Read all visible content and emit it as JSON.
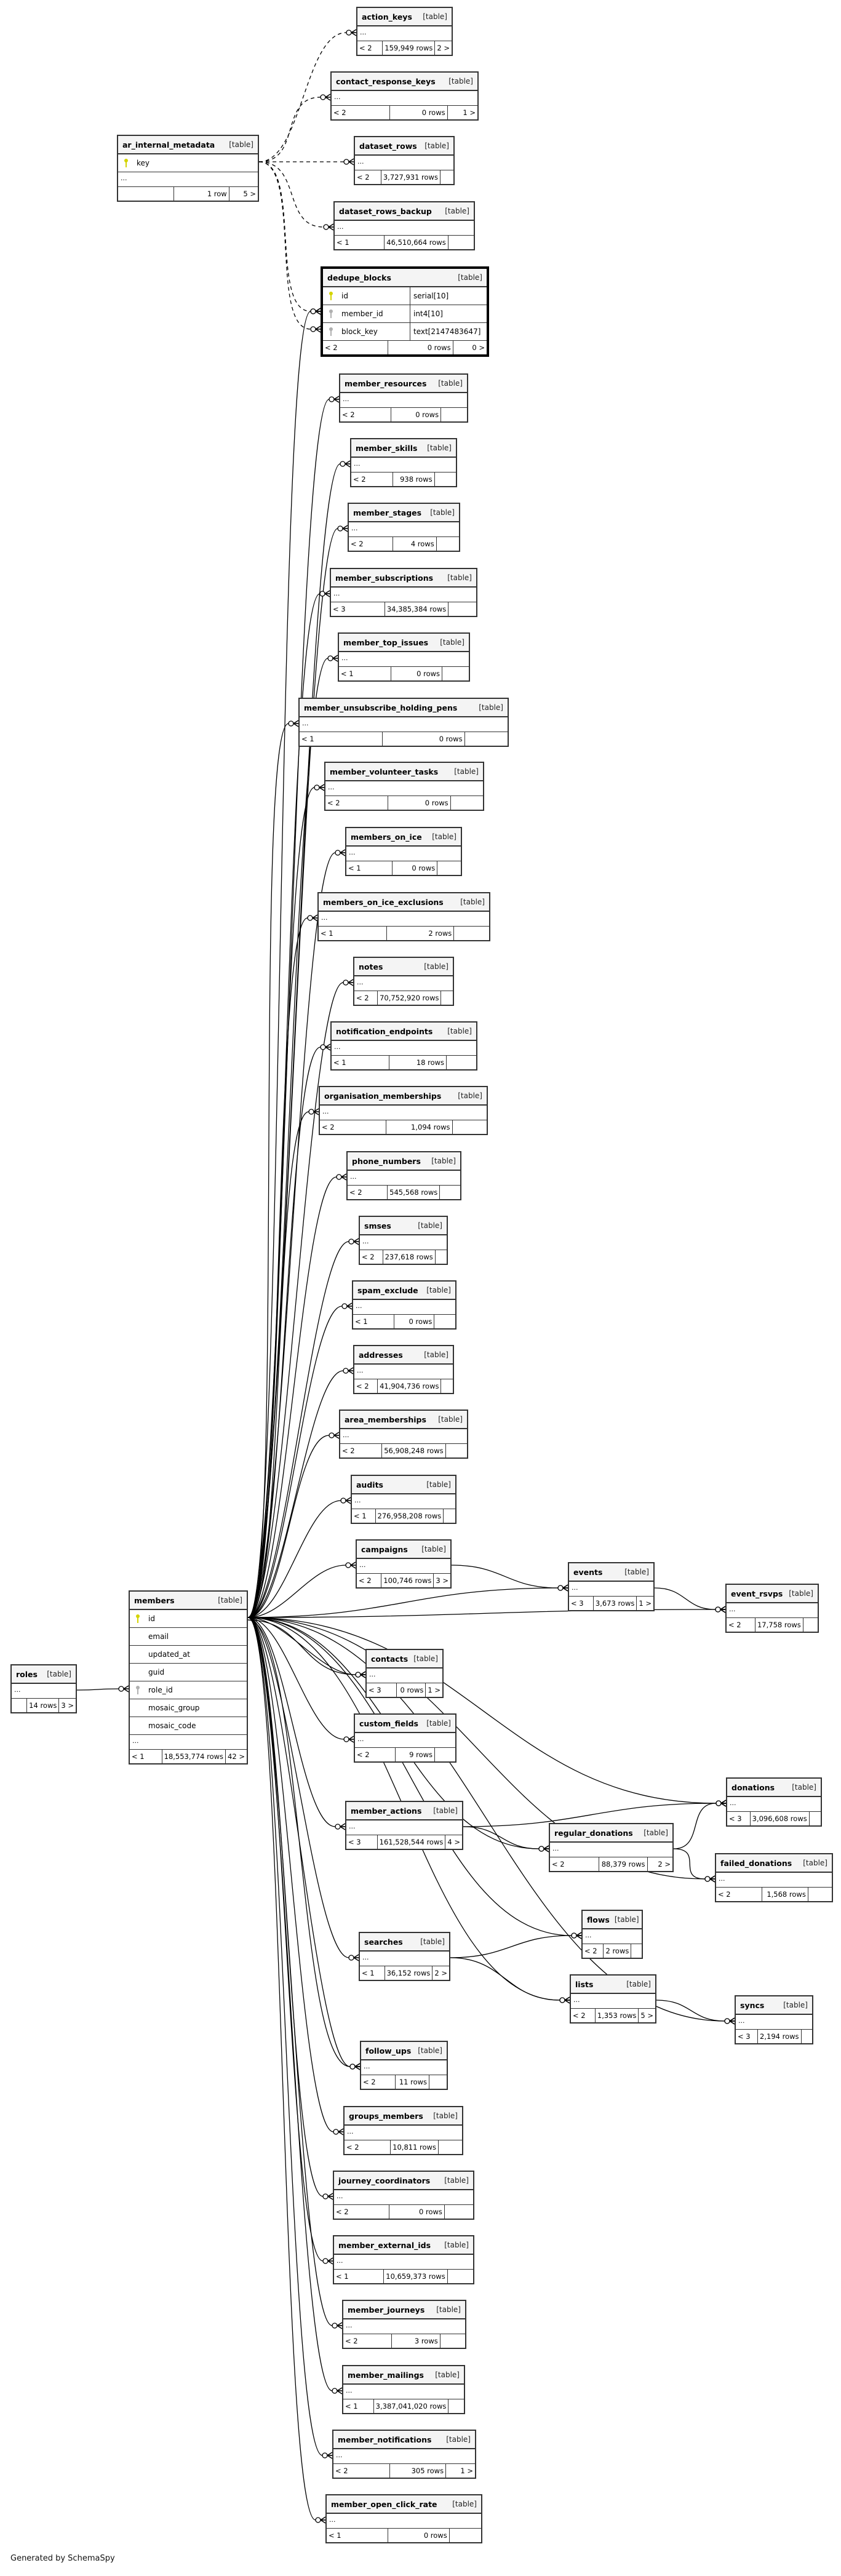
{
  "diagram": {
    "generated_by": "Generated by SchemaSpy",
    "type_label": "[table]",
    "dots": "...",
    "key_color": "#d4d400",
    "fk_color": "#b0b0b0",
    "tables": [
      {
        "name": "action_keys",
        "footer": [
          "< 2",
          "159,949 rows",
          "2 >"
        ]
      },
      {
        "name": "contact_response_keys",
        "footer": [
          "< 2",
          "0 rows",
          "1 >"
        ]
      },
      {
        "name": "ar_internal_metadata",
        "columns": [
          {
            "name": "key",
            "key": "pk"
          }
        ],
        "footer": [
          "",
          "1 row",
          "5 >"
        ]
      },
      {
        "name": "dataset_rows",
        "footer": [
          "< 2",
          "3,727,931 rows",
          ""
        ]
      },
      {
        "name": "dataset_rows_backup",
        "footer": [
          "< 1",
          "46,510,664 rows",
          ""
        ]
      },
      {
        "name": "dedupe_blocks",
        "focus": true,
        "columns": [
          {
            "name": "id",
            "type": "serial[10]",
            "key": "pk"
          },
          {
            "name": "member_id",
            "type": "int4[10]",
            "key": "fk"
          },
          {
            "name": "block_key",
            "type": "text[2147483647]",
            "key": "fk"
          }
        ],
        "hide_dots": true,
        "footer": [
          "< 2",
          "0 rows",
          "0 >"
        ]
      },
      {
        "name": "member_resources",
        "footer": [
          "< 2",
          "0 rows",
          ""
        ]
      },
      {
        "name": "member_skills",
        "footer": [
          "< 2",
          "938 rows",
          ""
        ]
      },
      {
        "name": "member_stages",
        "footer": [
          "< 2",
          "4 rows",
          ""
        ]
      },
      {
        "name": "member_subscriptions",
        "footer": [
          "< 3",
          "34,385,384 rows",
          ""
        ]
      },
      {
        "name": "member_top_issues",
        "footer": [
          "< 1",
          "0 rows",
          ""
        ]
      },
      {
        "name": "member_unsubscribe_holding_pens",
        "footer": [
          "< 1",
          "0 rows",
          ""
        ]
      },
      {
        "name": "member_volunteer_tasks",
        "footer": [
          "< 2",
          "0 rows",
          ""
        ]
      },
      {
        "name": "members_on_ice",
        "footer": [
          "< 1",
          "0 rows",
          ""
        ]
      },
      {
        "name": "members_on_ice_exclusions",
        "footer": [
          "< 1",
          "2 rows",
          ""
        ]
      },
      {
        "name": "notes",
        "footer": [
          "< 2",
          "70,752,920 rows",
          ""
        ]
      },
      {
        "name": "notification_endpoints",
        "footer": [
          "< 1",
          "18 rows",
          ""
        ]
      },
      {
        "name": "organisation_memberships",
        "footer": [
          "< 2",
          "1,094 rows",
          ""
        ]
      },
      {
        "name": "phone_numbers",
        "footer": [
          "< 2",
          "545,568 rows",
          ""
        ]
      },
      {
        "name": "smses",
        "footer": [
          "< 2",
          "237,618 rows",
          ""
        ]
      },
      {
        "name": "spam_exclude",
        "footer": [
          "< 1",
          "0 rows",
          ""
        ]
      },
      {
        "name": "addresses",
        "footer": [
          "< 2",
          "41,904,736 rows",
          ""
        ]
      },
      {
        "name": "area_memberships",
        "footer": [
          "< 2",
          "56,908,248 rows",
          ""
        ]
      },
      {
        "name": "audits",
        "footer": [
          "< 1",
          "276,958,208 rows",
          ""
        ]
      },
      {
        "name": "campaigns",
        "footer": [
          "< 2",
          "100,746 rows",
          "3 >"
        ]
      },
      {
        "name": "events",
        "footer": [
          "< 3",
          "3,673 rows",
          "1 >"
        ]
      },
      {
        "name": "event_rsvps",
        "footer": [
          "< 2",
          "17,758 rows",
          ""
        ]
      },
      {
        "name": "roles",
        "footer": [
          "",
          "14 rows",
          "3 >"
        ]
      },
      {
        "name": "members",
        "columns": [
          {
            "name": "id",
            "key": "pk"
          },
          {
            "name": "email"
          },
          {
            "name": "updated_at"
          },
          {
            "name": "guid"
          },
          {
            "name": "role_id",
            "key": "fk"
          },
          {
            "name": "mosaic_group"
          },
          {
            "name": "mosaic_code"
          }
        ],
        "footer": [
          "< 1",
          "18,553,774 rows",
          "42 >"
        ]
      },
      {
        "name": "contacts",
        "footer": [
          "< 3",
          "0 rows",
          "1 >"
        ]
      },
      {
        "name": "custom_fields",
        "footer": [
          "< 2",
          "9 rows",
          ""
        ]
      },
      {
        "name": "donations",
        "footer": [
          "< 3",
          "3,096,608 rows",
          ""
        ]
      },
      {
        "name": "member_actions",
        "footer": [
          "< 3",
          "161,528,544 rows",
          "4 >"
        ]
      },
      {
        "name": "regular_donations",
        "footer": [
          "< 2",
          "88,379 rows",
          "2 >"
        ]
      },
      {
        "name": "failed_donations",
        "footer": [
          "< 2",
          "1,568 rows",
          ""
        ]
      },
      {
        "name": "flows",
        "footer": [
          "< 2",
          "2 rows",
          ""
        ]
      },
      {
        "name": "searches",
        "footer": [
          "< 1",
          "36,152 rows",
          "2 >"
        ]
      },
      {
        "name": "lists",
        "footer": [
          "< 2",
          "1,353 rows",
          "5 >"
        ]
      },
      {
        "name": "syncs",
        "footer": [
          "< 3",
          "2,194 rows",
          ""
        ]
      },
      {
        "name": "follow_ups",
        "footer": [
          "< 2",
          "11 rows",
          ""
        ]
      },
      {
        "name": "groups_members",
        "footer": [
          "< 2",
          "10,811 rows",
          ""
        ]
      },
      {
        "name": "journey_coordinators",
        "footer": [
          "< 2",
          "0 rows",
          ""
        ]
      },
      {
        "name": "member_external_ids",
        "footer": [
          "< 1",
          "10,659,373 rows",
          ""
        ]
      },
      {
        "name": "member_journeys",
        "footer": [
          "< 2",
          "3 rows",
          ""
        ]
      },
      {
        "name": "member_mailings",
        "footer": [
          "< 1",
          "3,387,041,020 rows",
          ""
        ]
      },
      {
        "name": "member_notifications",
        "footer": [
          "< 2",
          "305 rows",
          "1 >"
        ]
      },
      {
        "name": "member_open_click_rate",
        "footer": [
          "< 1",
          "0 rows",
          ""
        ]
      }
    ]
  }
}
